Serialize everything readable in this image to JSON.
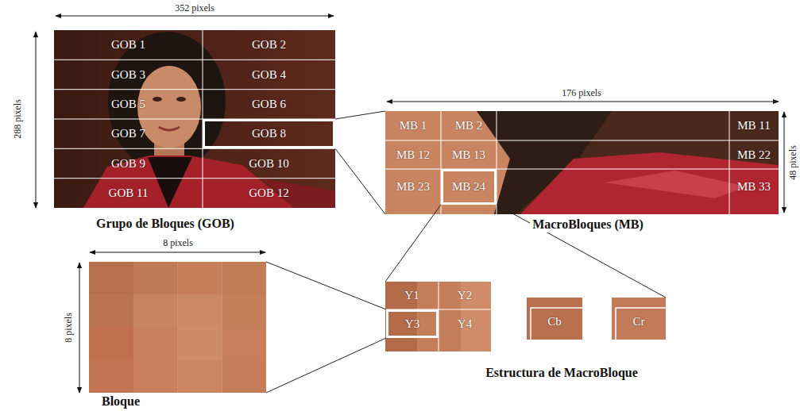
{
  "diagram": {
    "nodes": [
      {
        "text": [
          "Grupo de Bloques (GOB)"
        ]
      },
      {
        "text": [
          "GOB 1"
        ],
        "in": 0
      },
      {
        "text": [
          "GOB 2"
        ],
        "in": 0
      },
      {
        "text": [
          "GOB 3"
        ],
        "in": 0
      },
      {
        "text": [
          "GOB 4"
        ],
        "in": 0
      },
      {
        "text": [
          "GOB 5"
        ],
        "in": 0
      },
      {
        "text": [
          "GOB 6"
        ],
        "in": 0
      },
      {
        "text": [
          "GOB 7"
        ],
        "in": 0
      },
      {
        "text": [
          "GOB 8"
        ],
        "in": 0
      },
      {
        "text": [
          "GOB 9"
        ],
        "in": 0
      },
      {
        "text": [
          "GOB 10"
        ],
        "in": 0
      },
      {
        "text": [
          "GOB 11"
        ],
        "in": 0
      },
      {
        "text": [
          "GOB 12"
        ],
        "in": 0
      },
      {
        "text": [
          "MacroBloques (MB)"
        ]
      },
      {
        "text": [
          "MB 1"
        ],
        "in": 13
      },
      {
        "text": [
          "MB 2"
        ],
        "in": 13
      },
      {
        "text": [
          "MB 11"
        ],
        "in": 13
      },
      {
        "text": [
          "MB 12"
        ],
        "in": 13
      },
      {
        "text": [
          "MB 13"
        ],
        "in": 13
      },
      {
        "text": [
          "MB 22"
        ],
        "in": 13
      },
      {
        "text": [
          "MB 23"
        ],
        "in": 13
      },
      {
        "text": [
          "MB 24"
        ],
        "in": 13
      },
      {
        "text": [
          "MB 33"
        ],
        "in": 13
      },
      {
        "text": [
          "Bloque"
        ]
      },
      {
        "text": [
          "Estructura de MacroBloque"
        ]
      },
      {
        "text": [
          "Y1"
        ],
        "in": 24
      },
      {
        "text": [
          "Y2"
        ],
        "in": 24
      },
      {
        "text": [
          "Y3"
        ],
        "in": 24
      },
      {
        "text": [
          "Y4"
        ],
        "in": 24
      },
      {
        "text": [
          "Cb"
        ]
      },
      {
        "text": [
          "Cr"
        ]
      }
    ],
    "edges": [
      {
        "from": 8,
        "to": 13,
        "arrow": "none"
      },
      {
        "from": 21,
        "to": 24,
        "arrow": "none"
      },
      {
        "from": 21,
        "to": 30,
        "arrow": "none"
      },
      {
        "from": 27,
        "to": 23,
        "arrow": "none"
      }
    ],
    "labels": [
      "352 pixels",
      "288 pixels",
      "176 pixels",
      "48 pixels",
      "8 pixels",
      "8 pixels"
    ]
  }
}
